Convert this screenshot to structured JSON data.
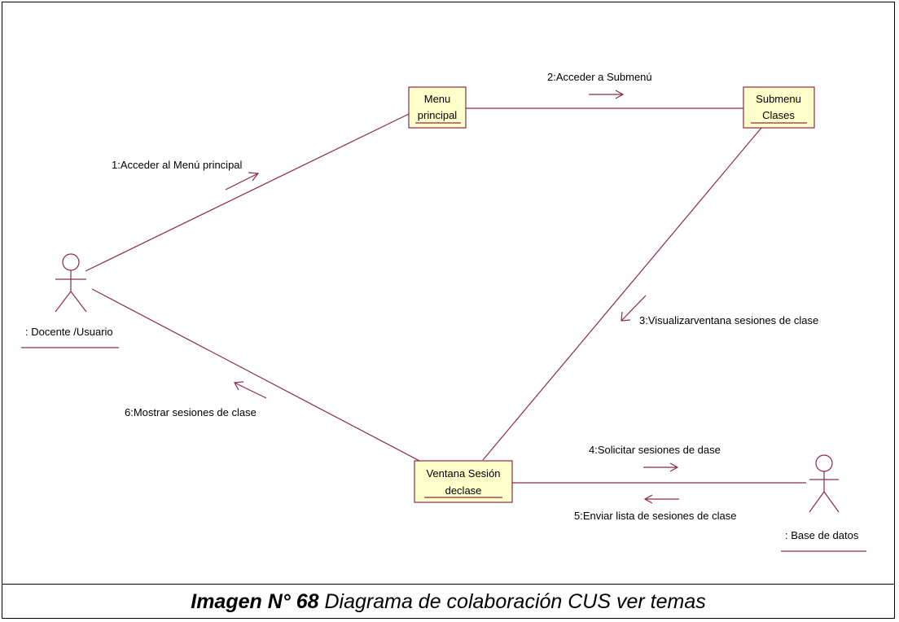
{
  "diagram": {
    "objects": [
      {
        "id": "menu",
        "lines": [
          "Menu",
          "principal"
        ]
      },
      {
        "id": "submenu",
        "lines": [
          "Submenu",
          "Clases"
        ]
      },
      {
        "id": "ventana",
        "lines": [
          "Ventana Sesión",
          "declase"
        ]
      }
    ],
    "actors": [
      {
        "id": "docente",
        "label": ": Docente /Usuario"
      },
      {
        "id": "bd",
        "label": ": Base de datos"
      }
    ],
    "messages": [
      {
        "id": "m1",
        "label": "1:Acceder al Menú principal"
      },
      {
        "id": "m2",
        "label": "2:Acceder a Submenú"
      },
      {
        "id": "m3",
        "label": "3:Visualizarventana sesiones de clase"
      },
      {
        "id": "m4",
        "label": "4:Solicitar sesiones de dase"
      },
      {
        "id": "m5",
        "label": "5:Enviar lista de sesiones de clase"
      },
      {
        "id": "m6",
        "label": "6:Mostrar sesiones de clase"
      }
    ],
    "colors": {
      "line": "#8a2a4a",
      "object_fill": "#ffffcc"
    }
  },
  "caption": {
    "bold": "Imagen N° 68",
    "rest": " Diagrama de colaboración CUS ver temas"
  }
}
